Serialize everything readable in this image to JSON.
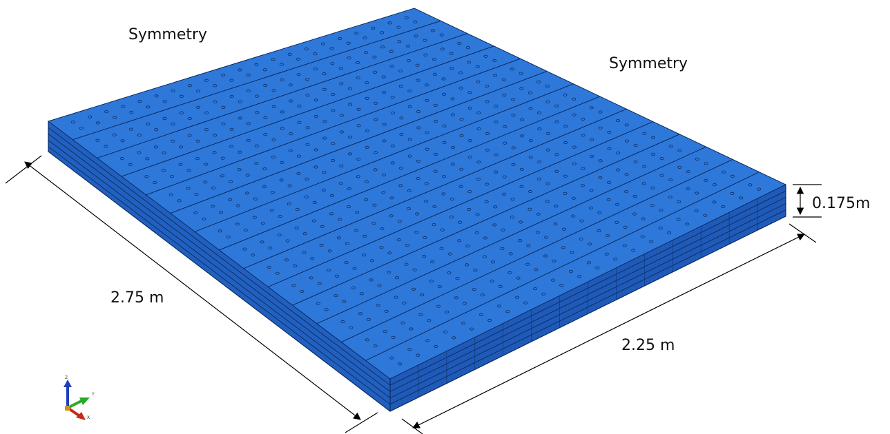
{
  "labels": {
    "symmetry_left": "Symmetry",
    "symmetry_right": "Symmetry",
    "length": "2.75 m",
    "width": "2.25 m",
    "thickness": "0.175m"
  },
  "triad": {
    "z": "Z",
    "y": "Y",
    "x": "X"
  },
  "colors": {
    "top_face": "#2e78da",
    "side_face": "#2564c4",
    "front_face": "#1f5ab8",
    "edge": "#0b2a5e",
    "dimension": "#000000"
  },
  "model": {
    "strips": 14,
    "layers": 5
  }
}
